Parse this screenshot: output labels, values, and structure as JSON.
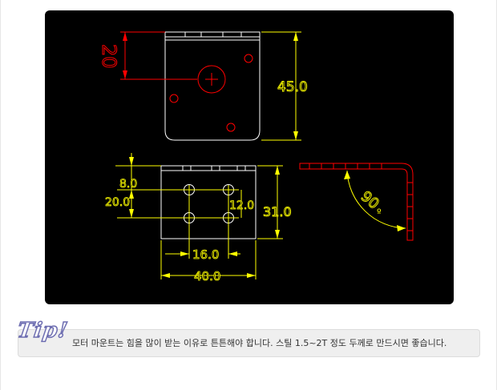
{
  "diagram": {
    "colors": {
      "background": "#000000",
      "outline": "#ffffff",
      "dimension": "#ffff00",
      "accent": "#ff0000"
    },
    "top_view": {
      "height_dim": "45.0",
      "offset_dim": "20"
    },
    "front_view": {
      "height_dim": "31.0",
      "hole_top_offset": "8.0",
      "hole_spacing_v_outer": "20.0",
      "hole_spacing_v_inner": "12.0",
      "hole_spacing_h": "16.0",
      "width_dim": "40.0"
    },
    "side_view": {
      "bend_angle": "90",
      "degree_symbol": "º"
    }
  },
  "tip": {
    "logo": "Tip!",
    "text": "모터 마운트는 힘을 많이 받는 이유로 튼튼해야 합니다.  스틸 1.5~2T 정도 두께로 만드시면 좋습니다."
  }
}
